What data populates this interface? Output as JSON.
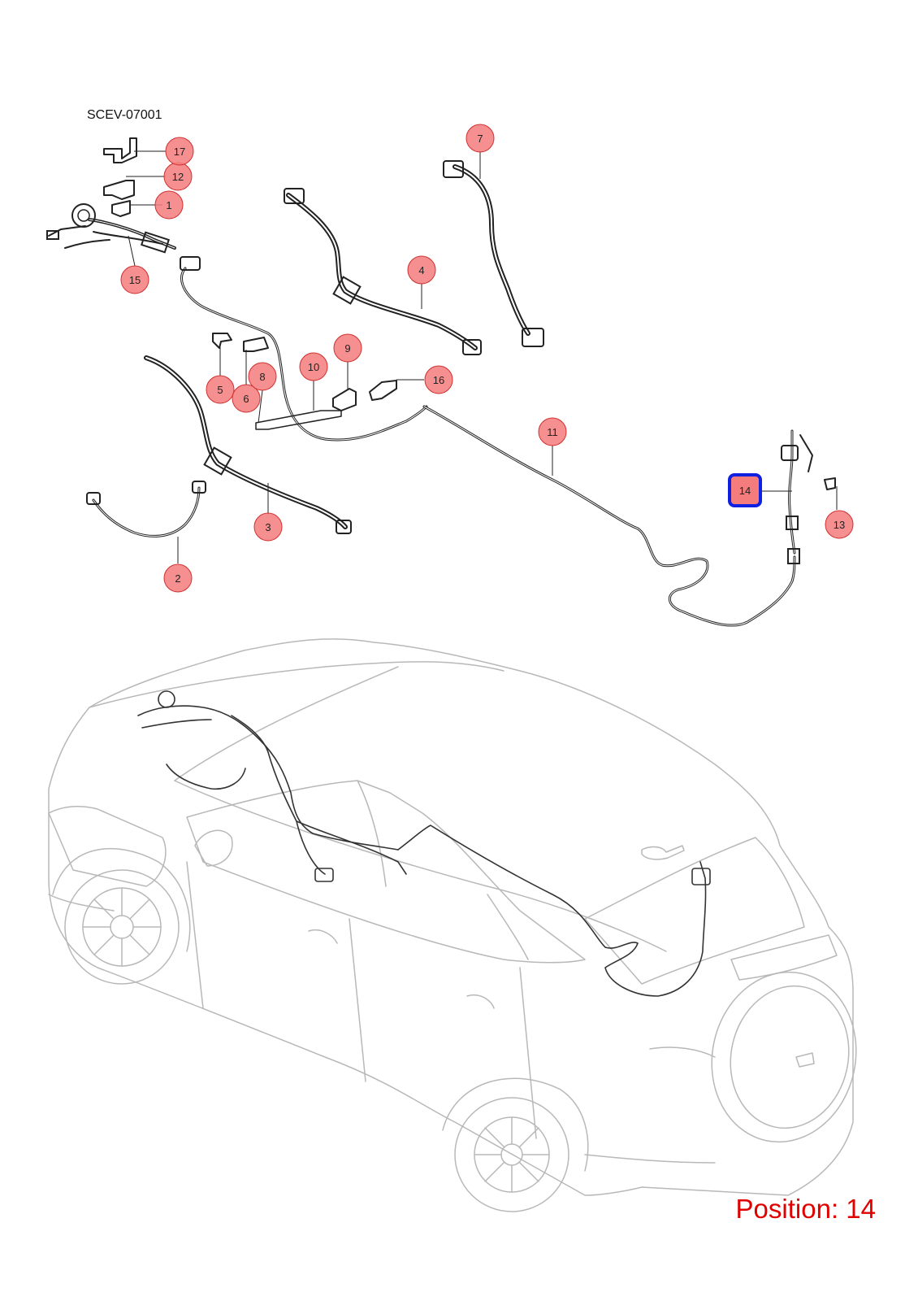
{
  "diagram_code": "SCEV-07001",
  "position_label": "Position: 14",
  "selected_callout": "14",
  "colors": {
    "callout_fill": "#f47c7c",
    "callout_stroke": "#d03030",
    "selected_stroke": "#1020e0",
    "position_text": "#e00000",
    "car_outline": "#b8b8b8",
    "wire": "#222222"
  },
  "callouts": [
    "1",
    "2",
    "3",
    "4",
    "5",
    "6",
    "7",
    "8",
    "9",
    "10",
    "11",
    "12",
    "13",
    "14",
    "15",
    "16",
    "17"
  ]
}
